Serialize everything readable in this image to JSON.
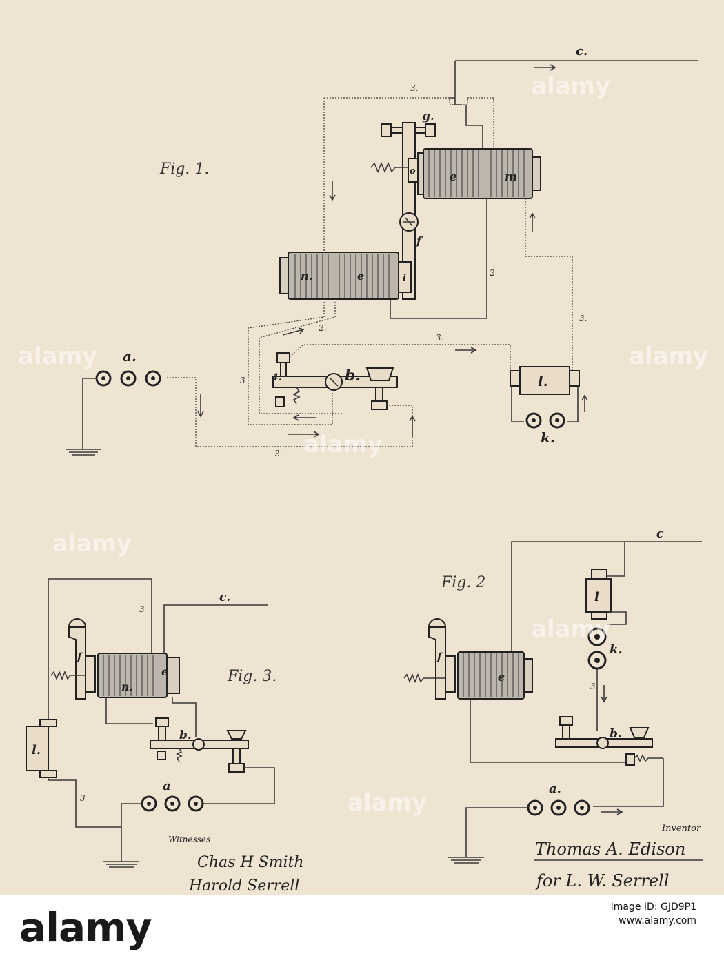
{
  "figures": {
    "fig1": {
      "title": "Fig. 1.",
      "labels": {
        "a": "a.",
        "b": "b.",
        "c": "c.",
        "e": "e",
        "f": "f",
        "g": "g.",
        "i": "i",
        "k": "k.",
        "l": "l.",
        "m": "m",
        "n": "n.",
        "o": "o",
        "circuit4": "4."
      },
      "wire_numbers": [
        "3.",
        "2",
        "2.",
        "3.",
        "3",
        "3.",
        "2."
      ]
    },
    "fig2": {
      "title": "Fig. 2",
      "labels": {
        "a": "a.",
        "b": "b.",
        "c": "c",
        "e": "e",
        "f": "f",
        "k": "k.",
        "l": "l"
      },
      "wire_numbers": [
        "3."
      ]
    },
    "fig3": {
      "title": "Fig. 3.",
      "labels": {
        "a": "a",
        "b": "b.",
        "c": "c.",
        "e": "e",
        "f": "f",
        "l": "l.",
        "n": "n."
      },
      "wire_numbers": [
        "3",
        "3"
      ]
    }
  },
  "witnesses": {
    "heading": "Witnesses",
    "names": [
      "Chas H Smith",
      "Harold Serrell"
    ]
  },
  "inventor": {
    "heading": "Inventor",
    "name": "Thomas A. Edison",
    "attorney": "for L. W. Serrell"
  },
  "watermark": {
    "text": "alamy"
  },
  "stock_bar": {
    "logo": "alamy",
    "image_id_prefix": "Image ID:",
    "image_id": "GJD9P1",
    "url": "www.alamy.com"
  }
}
